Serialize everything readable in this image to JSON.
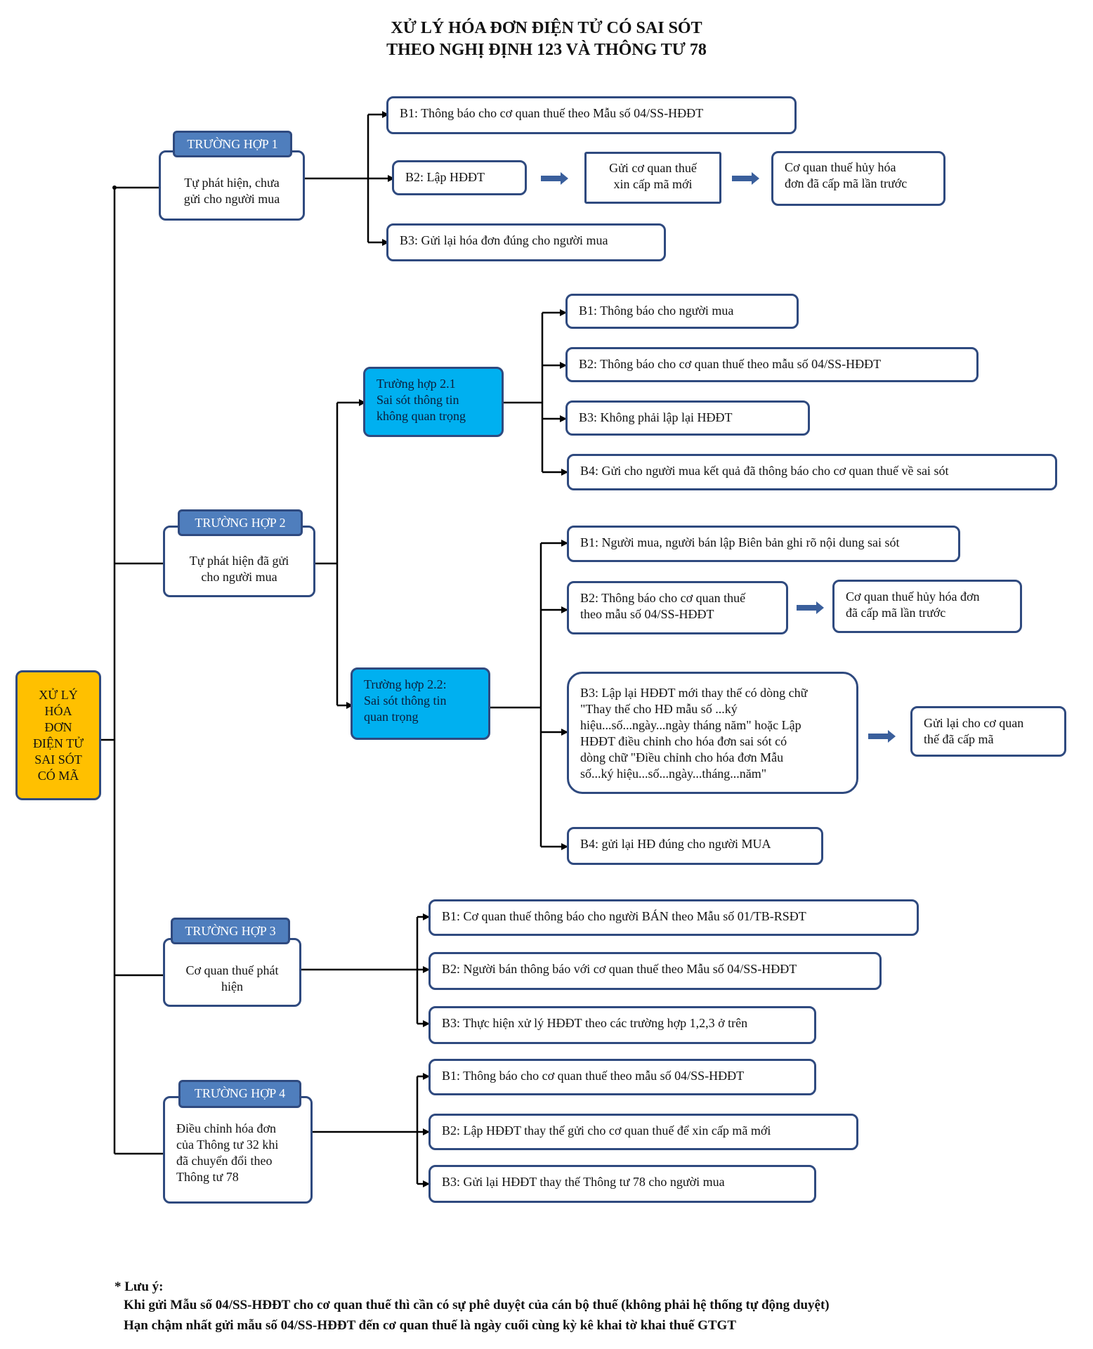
{
  "title": {
    "line1": "XỬ LÝ HÓA ĐƠN ĐIỆN TỬ CÓ SAI SÓT",
    "line2": "THEO NGHỊ ĐỊNH 123 VÀ THÔNG TƯ 78"
  },
  "root": "XỬ LÝ\nHÓA\nĐƠN\nĐIỆN TỬ\nSAI SÓT\nCÓ MÃ",
  "case1": {
    "badge": "TRƯỜNG HỢP 1",
    "desc": "Tự phát hiện, chưa\ngửi cho người mua",
    "b1": "B1: Thông báo cho cơ quan thuế theo Mẫu số 04/SS-HĐĐT",
    "b2": "B2: Lập HĐĐT",
    "b2_next": "Gửi cơ quan thuế\nxin cấp mã mới",
    "b2_last": "Cơ quan thuế hủy hóa\nđơn đã cấp mã lần trước",
    "b3": "B3: Gửi lại hóa đơn đúng cho người mua"
  },
  "case2": {
    "badge": "TRƯỜNG HỢP 2",
    "desc": "Tự phát hiện đã gửi\ncho người mua",
    "sub1": {
      "label": "Trường hợp 2.1\nSai sót thông tin\nkhông quan trọng",
      "b1": "B1: Thông báo cho người mua",
      "b2": "B2: Thông báo cho cơ quan thuế theo mẫu số 04/SS-HĐĐT",
      "b3": "B3: Không phải lập lại HĐĐT",
      "b4": "B4: Gửi cho người mua kết quả đã thông báo cho cơ quan  thuế về sai sót"
    },
    "sub2": {
      "label": "Trường hợp 2.2:\nSai sót thông tin\nquan trọng",
      "b1": "B1: Người mua, người bán lập Biên bản ghi rõ nội dung sai sót",
      "b2": "B2: Thông báo cho cơ quan thuế\ntheo mẫu số 04/SS-HĐĐT",
      "b2_next": "Cơ quan thuế hủy hóa đơn\nđã cấp mã lần trước",
      "b3": "B3: Lập lại HĐĐT mới thay thế  có dòng chữ\n\"Thay thế cho HĐ mẫu số ...ký\nhiệu...số...ngày...ngày tháng năm\" hoặc  Lập\nHĐĐT điều chỉnh cho hóa đơn sai sót  có\ndòng chữ \"Điều chỉnh cho hóa đơn Mẫu\nsố...ký hiệu...số...ngày...tháng...năm\"",
      "b3_next": "Gửi lại cho cơ quan\nthế đã cấp mã",
      "b4": "B4: gửi lại HĐ đúng cho người MUA"
    }
  },
  "case3": {
    "badge": "TRƯỜNG HỢP 3",
    "desc": "Cơ quan thuế phát\nhiện",
    "b1": "B1: Cơ quan thuế thông báo cho người BÁN theo Mẫu số 01/TB-RSĐT",
    "b2": "B2: Người bán thông báo với cơ quan thuế theo Mẫu số 04/SS-HĐĐT",
    "b3": "B3: Thực hiện xử lý HĐĐT theo các trường hợp 1,2,3 ở trên"
  },
  "case4": {
    "badge": "TRƯỜNG HỢP 4",
    "desc": "Điều chỉnh hóa đơn\ncủa Thông tư 32 khi\nđã chuyển đổi theo\nThông tư 78",
    "b1": "B1: Thông báo cho cơ quan thuế theo mẫu số 04/SS-HĐĐT",
    "b2": "B2: Lập HĐĐT thay thế gửi cho cơ quan thuế để xin cấp mã mới",
    "b3": "B3: Gửi lại HĐĐT thay thế Thông tư 78 cho người mua"
  },
  "note": {
    "heading": "* Lưu ý:",
    "line1": "Khi gửi Mẫu số 04/SS-HĐĐT cho cơ quan thuế thì cần có sự phê duyệt của cán bộ thuế (không phải hệ thống tự động duyệt)",
    "line2": "Hạn chậm nhất gửi mẫu số 04/SS-HĐĐT đến cơ quan thuế là ngày cuối cùng kỳ kê khai tờ khai thuế GTGT"
  },
  "colors": {
    "root_fill": "#ffc000",
    "badge_fill": "#4f7ebd",
    "subcase_fill": "#00b0f0",
    "border": "#2f4a7f",
    "line": "#000000"
  }
}
